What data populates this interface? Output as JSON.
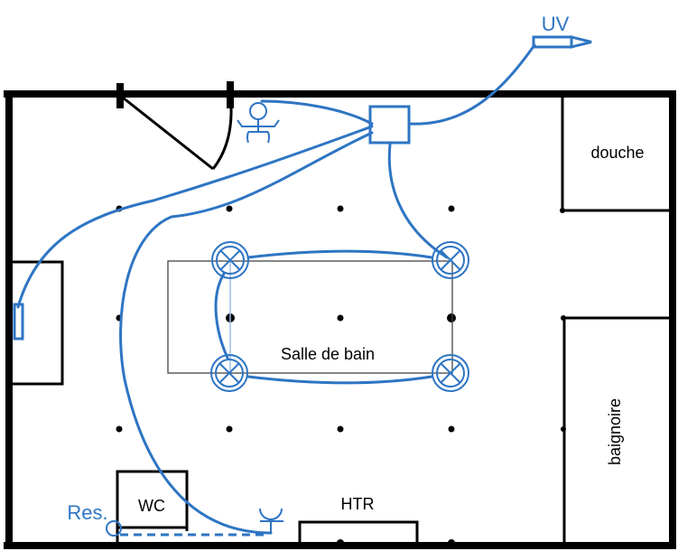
{
  "plan": {
    "room_label": "Salle de bain",
    "fixtures": {
      "shower": "douche",
      "bathtub": "baignoire",
      "toilet": "WC",
      "towel_heater": "HTR"
    },
    "electrical": {
      "uv_label": "UV",
      "reserve_label": "Res."
    },
    "symbols": [
      {
        "name": "junction-box",
        "type": "square"
      },
      {
        "name": "ceiling-light",
        "type": "circle-cross",
        "count": 4
      },
      {
        "name": "wall-switch",
        "type": "rect"
      },
      {
        "name": "uv-lamp",
        "type": "tube"
      },
      {
        "name": "outlet",
        "type": "socket"
      },
      {
        "name": "occupant",
        "type": "person"
      }
    ],
    "colors": {
      "wiring": "#2e75c3",
      "walls": "#000000"
    }
  }
}
